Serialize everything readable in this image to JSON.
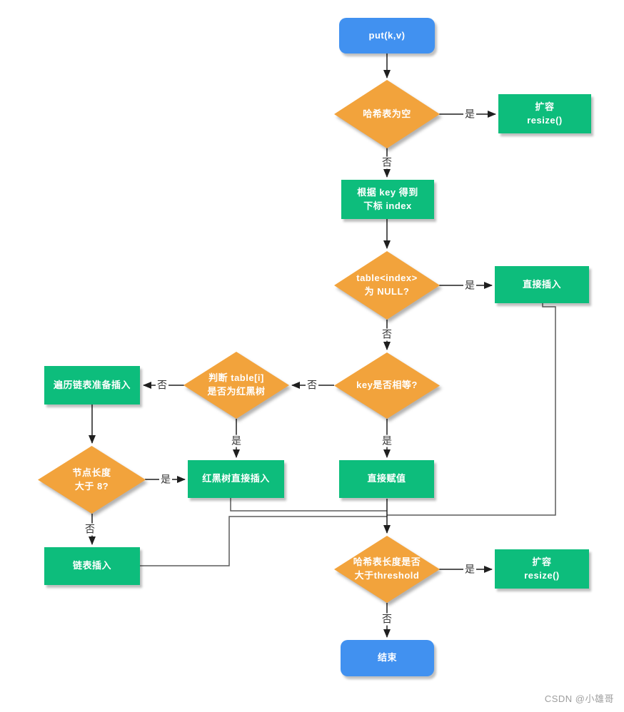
{
  "diagram": {
    "nodes": {
      "start": "put(k,v)",
      "check_empty": "哈希表为空",
      "resize_top": "扩容\nresize()",
      "get_index": "根据 key 得到\n下标 index",
      "check_null": "table<index>\n为 NULL?",
      "direct_insert": "直接插入",
      "check_key_equal": "key是否相等?",
      "check_red_black": "判断 table[i]\n是否为红黑树",
      "traverse_list": "遍历链表准备插入",
      "check_length": "节点长度\n大于 8?",
      "rb_tree_insert": "红黑树直接插入",
      "direct_assign": "直接赋值",
      "list_insert": "链表插入",
      "check_threshold": "哈希表长度是否\n大于threshold",
      "resize_bottom": "扩容\nresize()",
      "end": "结束"
    },
    "edge_labels": {
      "yes": "是",
      "no": "否"
    },
    "colors": {
      "start_end": "#4191F0",
      "decision": "#F2A33C",
      "process": "#0DBD7C",
      "connector": "#5c5c5c",
      "arrow": "#1f1f1f"
    }
  },
  "watermark": "CSDN @小雄哥"
}
